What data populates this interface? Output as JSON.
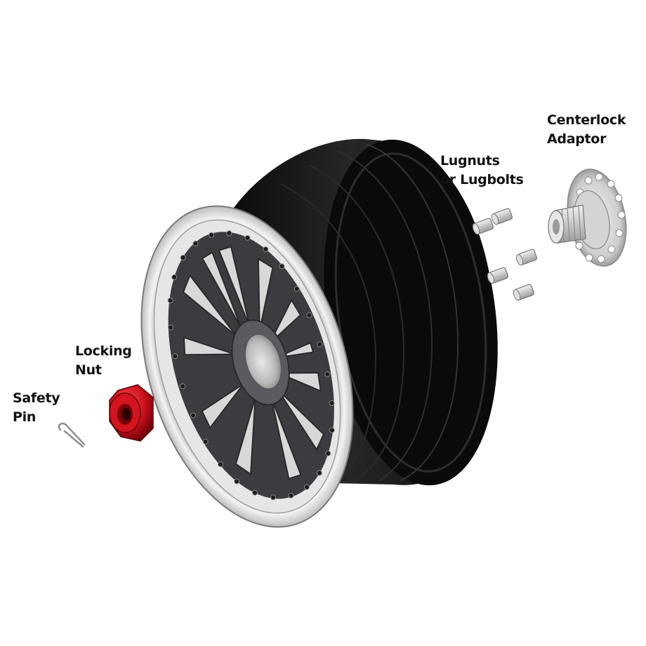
{
  "labels": {
    "centerlock_adaptor": {
      "line1": "Centerlock",
      "line2": "Adaptor"
    },
    "lugnuts": {
      "line1": "Lugnuts",
      "line2": "or Lugbolts"
    },
    "locking_nut": {
      "line1": "Locking",
      "line2": "Nut"
    },
    "safety_pin": {
      "line1": "Safety",
      "line2": "Pin"
    }
  },
  "colors": {
    "tire": "#151515",
    "rim_lip": "#d9d9d9",
    "spokes": "#4a4b4f",
    "locking_nut": "#c8101a",
    "hardware": "#cfcfcf"
  },
  "parts": {
    "icons": [
      "wheel-icon",
      "tire-icon",
      "centerlock-adaptor-icon",
      "lugnut-icon",
      "locking-nut-icon",
      "safety-pin-icon"
    ]
  }
}
